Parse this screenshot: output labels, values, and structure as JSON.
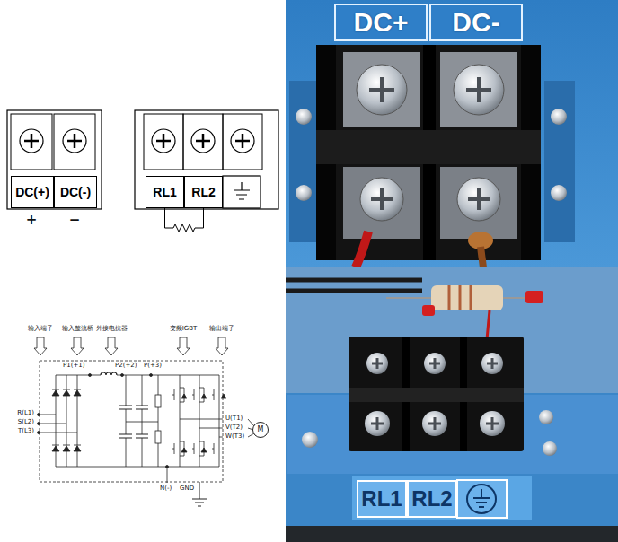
{
  "diagram": {
    "nodes": [
      {
        "text": [
          "DC+"
        ]
      },
      {
        "text": [
          "DC-"
        ]
      },
      {
        "text": [
          "DC(+)"
        ]
      },
      {
        "text": [
          "DC(-)"
        ]
      },
      {
        "text": [
          "RL1"
        ]
      },
      {
        "text": [
          "RL2"
        ]
      },
      {
        "text": [
          "M"
        ]
      },
      {
        "text": [
          "RL1"
        ]
      },
      {
        "text": [
          "RL2"
        ]
      }
    ],
    "edges": [
      {
        "from": 4,
        "to": 5,
        "arrow": "none"
      }
    ],
    "labels": [
      "+",
      "−",
      "输入端子",
      "输入整流桥",
      "外接电抗器",
      "变频IGBT",
      "输出端子",
      "P1(+1)",
      "P2(+2)",
      "P(+3)",
      "R(L1)",
      "S(L2)",
      "T(L3)",
      "U(T1)",
      "V(T2)",
      "W(T3)",
      "N(-)",
      "GND"
    ]
  }
}
